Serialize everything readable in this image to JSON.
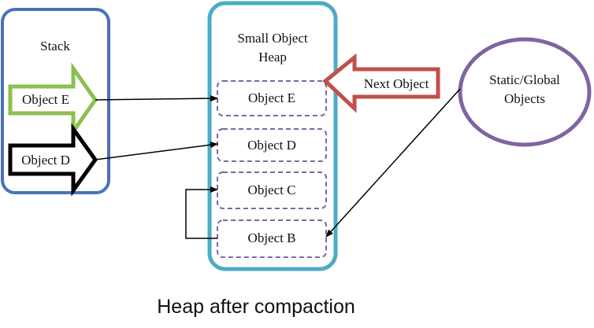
{
  "stack": {
    "title": "Stack",
    "items": [
      {
        "label": "Object E",
        "arrow_color": "#8cbf4e"
      },
      {
        "label": "Object D",
        "arrow_color": "#000000"
      }
    ]
  },
  "heap": {
    "title_line1": "Small Object",
    "title_line2": "Heap",
    "objects": [
      {
        "label": "Object E"
      },
      {
        "label": "Object D"
      },
      {
        "label": "Object C"
      },
      {
        "label": "Object B"
      }
    ]
  },
  "next_object": {
    "label": "Next Object",
    "color": "#c0504d"
  },
  "static_global": {
    "line1": "Static/Global",
    "line2": "Objects",
    "color": "#8064a2"
  },
  "caption": "Heap after compaction",
  "colors": {
    "stack_border": "#4a72b8",
    "heap_border": "#4bacc6",
    "slot_border": "#8064a2",
    "connector": "#000000"
  }
}
